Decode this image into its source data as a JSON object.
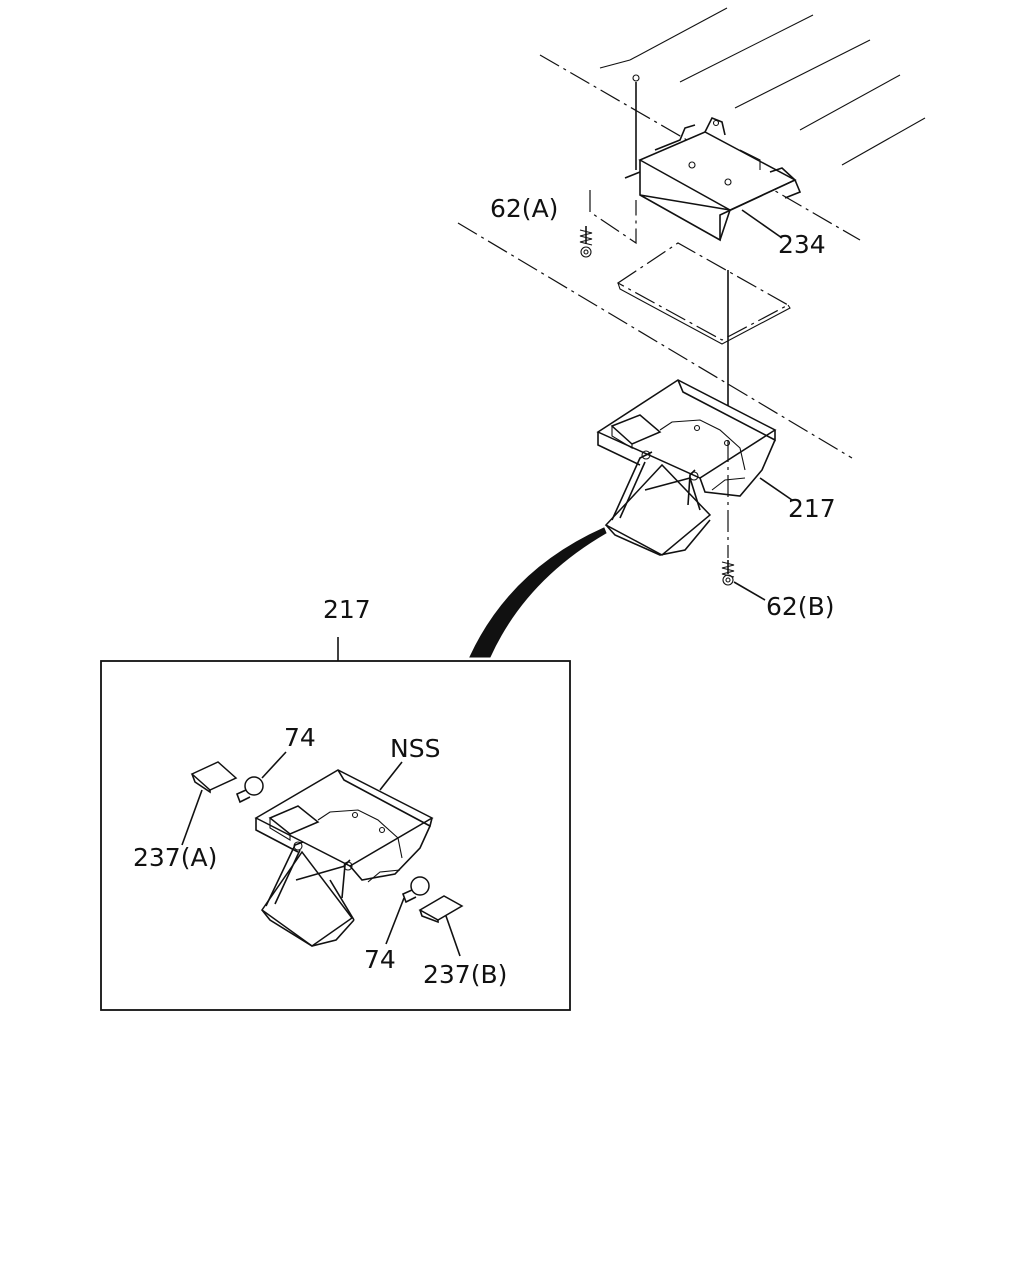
{
  "callouts": {
    "bolt_upper": "62(A)",
    "bracket": "234",
    "lamp_main": "217",
    "bolt_lower": "62(B)",
    "detail_title": "217",
    "bulb_upper": "74",
    "assembly_nss": "NSS",
    "cover_left": "237(A)",
    "bulb_lower": "74",
    "cover_right": "237(B)"
  }
}
